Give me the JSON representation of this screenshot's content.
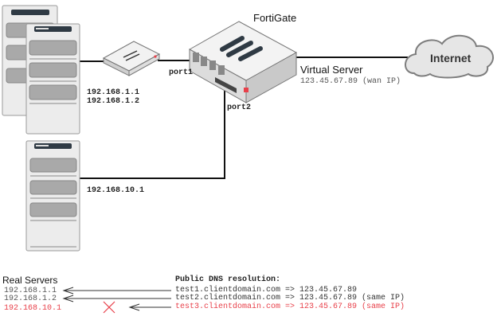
{
  "devices": {
    "fortigate": {
      "label": "FortiGate",
      "logo_color": "#e8404a"
    },
    "switch": {
      "name": "switch-icon"
    },
    "internet": {
      "label": "Internet"
    },
    "servers": [
      {
        "name": "server-1"
      },
      {
        "name": "server-2"
      },
      {
        "name": "server-3"
      }
    ]
  },
  "ports": {
    "port1": "port1",
    "port2": "port2"
  },
  "virtual_server": {
    "label": "Virtual Server",
    "ip": "123.45.67.89 (wan IP)"
  },
  "subnet_labels": {
    "lan1_ip1": "192.168.1.1",
    "lan1_ip2": "192.168.1.2",
    "lan2_ip1": "192.168.10.1"
  },
  "legend": {
    "real_servers_title": "Real Servers",
    "dns_title": "Public DNS resolution:",
    "rows": [
      {
        "real_ip": "192.168.1.1",
        "dns": "test1.clientdomain.com => 123.45.67.89",
        "status": "ok"
      },
      {
        "real_ip": "192.168.1.2",
        "dns": "test2.clientdomain.com => 123.45.67.89 (same IP)",
        "status": "ok"
      },
      {
        "real_ip": "192.168.10.1",
        "dns": "test3.clientdomain.com => 123.45.67.89 (same IP)",
        "status": "fail"
      }
    ]
  },
  "colors": {
    "line": "#111111",
    "error": "#e8404a",
    "server_body": "#ececec",
    "server_border": "#9a9a9a",
    "bay": "#a9a9a9",
    "cloud_fill": "#e6e6e6",
    "cloud_stroke": "#7d7d7d"
  }
}
